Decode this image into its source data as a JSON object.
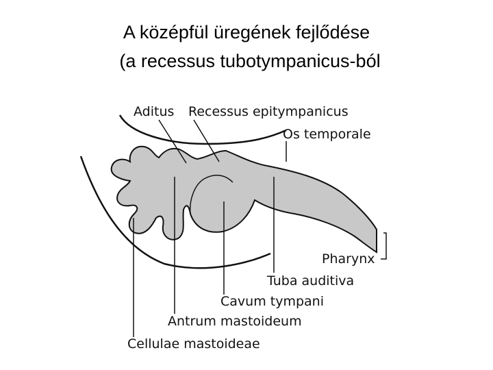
{
  "title": {
    "line1": "A középfül üregének fejlődése",
    "line2": "(a recessus tubotympanicus-ból"
  },
  "labels": {
    "aditus": "Aditus",
    "recessus_epitympanicus": "Recessus epitympanicus",
    "os_temporale": "Os temporale",
    "pharynx": "Pharynx",
    "tuba_auditiva": "Tuba auditiva",
    "cavum_tympani": "Cavum tympani",
    "antrum_mastoideum": "Antrum mastoideum",
    "cellulae_mastoideae": "Cellulae mastoideae"
  },
  "colors": {
    "cavity_fill": "#c8c8c8",
    "outline": "#111111"
  }
}
